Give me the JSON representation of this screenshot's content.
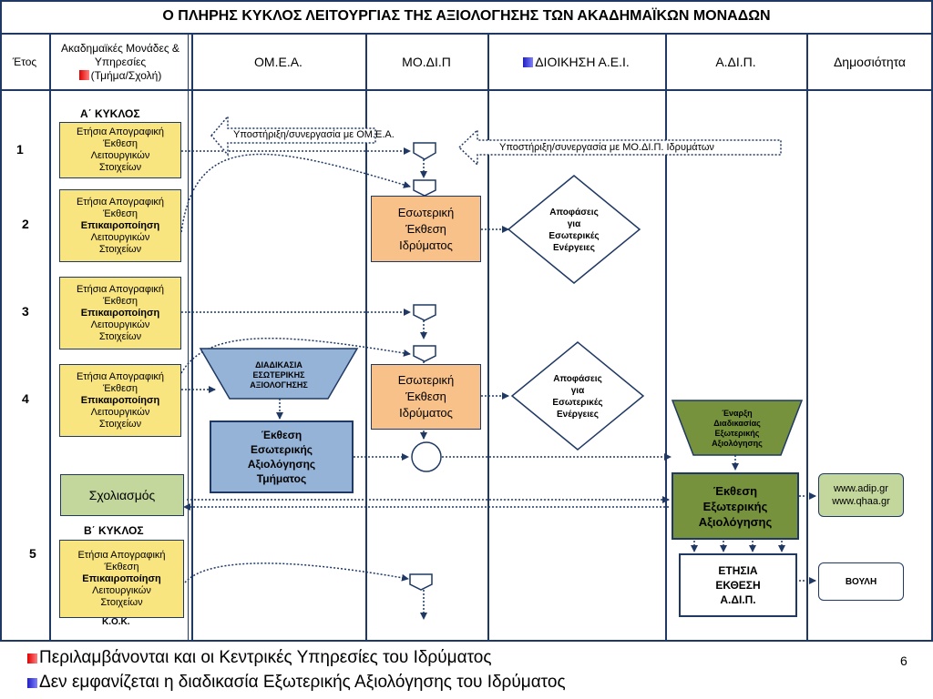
{
  "title": "Ο ΠΛΗΡΗΣ ΚΥΚΛΟΣ ΛΕΙΤΟΥΡΓΙΑΣ ΤΗΣ ΑΞΙΟΛΟΓΗΣΗΣ ΤΩΝ ΑΚΑΔΗΜΑΪΚΩΝ ΜΟΝΑΔΩΝ",
  "headers": {
    "year": "Έτος",
    "units_line1": "Ακαδημαϊκές Μονάδες &",
    "units_line2": "Υπηρεσίες",
    "units_line3": "(Τμήμα/Σχολή)",
    "omea": "ΟΜ.Ε.Α.",
    "modip": "ΜΟ.ΔΙ.Π",
    "admin": "ΔΙΟΙΚΗΣΗ Α.Ε.Ι.",
    "adip": "Α.ΔΙ.Π.",
    "public": "Δημοσιότητα"
  },
  "years": [
    "1",
    "2",
    "3",
    "4",
    "5"
  ],
  "cycles": {
    "a": "Α΄ ΚΥΚΛΟΣ",
    "b": "Β΄ ΚΥΚΛΟΣ"
  },
  "annual_report": {
    "line1": "Ετήσια Απογραφική",
    "line2": "Έκθεση",
    "update": "Επικαιροποίηση",
    "line3": "Λειτουργικών",
    "line4": "Στοιχείων"
  },
  "kok": "Κ.Ο.Κ.",
  "comments": "Σχολιασμός",
  "support_omea": "Υποστήριξη/συνεργασία με ΟΜ.Ε.Α.",
  "support_modip": "Υποστήριξη/συνεργασία με ΜΟ.ΔΙ.Π. Ιδρυμάτων",
  "internal_report": {
    "line1": "Εσωτερική",
    "line2": "Έκθεση",
    "line3": "Ιδρύματος"
  },
  "decisions": {
    "line1": "Αποφάσεις",
    "line2": "για",
    "line3": "Εσωτερικές",
    "line4": "Ενέργειες"
  },
  "internal_eval_process": {
    "line1": "ΔΙΑΔΙΚΑΣΙΑ",
    "line2": "ΕΣΩΤΕΡΙΚΗΣ",
    "line3": "ΑΞΙΟΛΟΓΗΣΗΣ"
  },
  "dept_report": {
    "line1": "Έκθεση",
    "line2": "Εσωτερικής",
    "line3": "Αξιολόγησης",
    "line4": "Τμήματος"
  },
  "ext_start": {
    "line1": "Έναρξη",
    "line2": "Διαδικασίας",
    "line3": "Εξωτερικής",
    "line4": "Αξιολόγησης"
  },
  "ext_report": {
    "line1": "Έκθεση",
    "line2": "Εξωτερικής",
    "line3": "Αξιολόγησης"
  },
  "annual_adip": {
    "line1": "ΕΤΗΣΙΑ",
    "line2": "ΕΚΘΕΣΗ",
    "line3": "Α.ΔΙ.Π."
  },
  "web": {
    "line1": "www.adip.gr",
    "line2": "www.qhaa.gr"
  },
  "parliament": "ΒΟΥΛΗ",
  "footer": {
    "line1": "Περιλαμβάνονται και οι Κεντρικές Υπηρεσίες του Ιδρύματος",
    "line2": "Δεν εμφανίζεται η διαδικασία Εξωτερικής Αξιολόγησης του Ιδρύματος"
  },
  "page_number": "6",
  "colors": {
    "border": "#1f3864",
    "yellow": "#f9e57f",
    "orange": "#f9c18a",
    "blue": "#95b3d7",
    "green": "#76923c",
    "light_green": "#c3d69b"
  }
}
